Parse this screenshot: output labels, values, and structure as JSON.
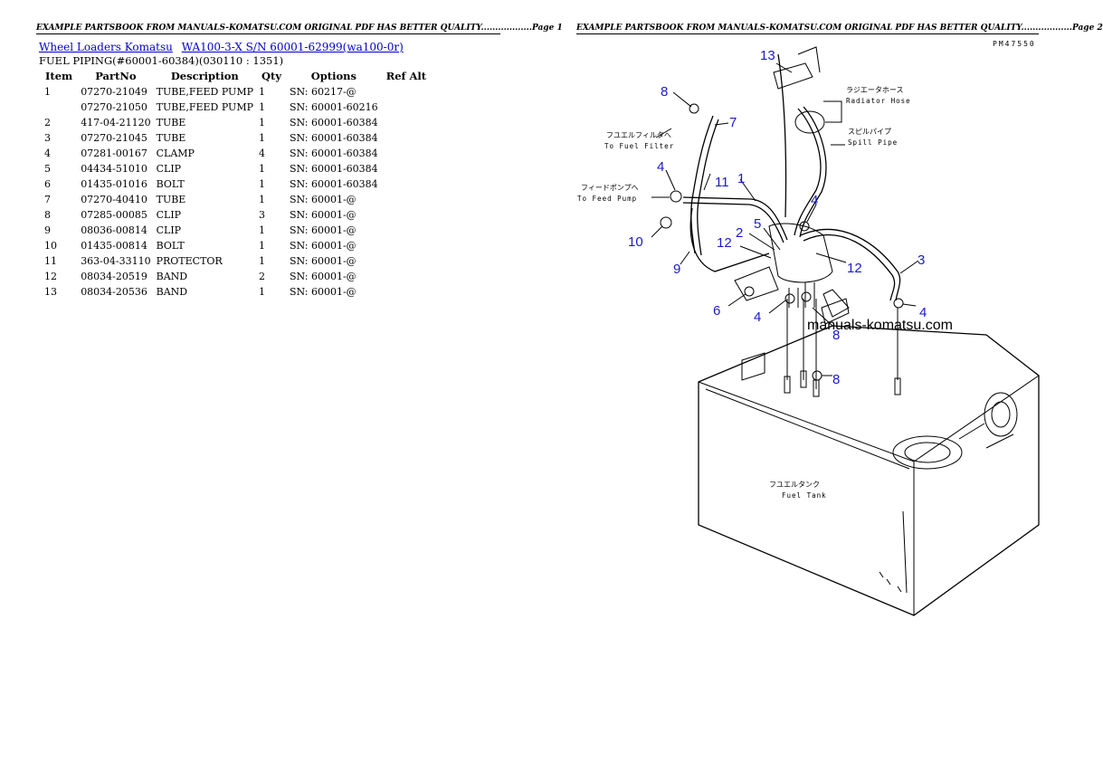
{
  "headers": {
    "page1": "EXAMPLE PARTSBOOK FROM MANUALS-KOMATSU.COM ORIGINAL PDF HAS BETTER QUALITY..................Page 1",
    "page2": "EXAMPLE PARTSBOOK FROM MANUALS-KOMATSU.COM ORIGINAL PDF HAS BETTER QUALITY..................Page 2"
  },
  "breadcrumb": {
    "link1": "Wheel Loaders Komatsu",
    "link2": "WA100-3-X S/N  60001-62999(wa100-0r)"
  },
  "subtitle": "FUEL PIPING(#60001-60384)(030110 : 1351)",
  "table": {
    "columns": [
      "Item",
      "PartNo",
      "Description",
      "Qty",
      "Options",
      "Ref Alt"
    ],
    "rows": [
      {
        "item": "1",
        "partno": "07270-21049",
        "desc": "TUBE,FEED PUMP",
        "qty": "1",
        "opt": "SN: 60217-@"
      },
      {
        "item": "",
        "partno": "07270-21050",
        "desc": "TUBE,FEED PUMP",
        "qty": "1",
        "opt": "SN: 60001-60216"
      },
      {
        "item": "2",
        "partno": "417-04-21120",
        "desc": "TUBE",
        "qty": "1",
        "opt": "SN: 60001-60384"
      },
      {
        "item": "3",
        "partno": "07270-21045",
        "desc": "TUBE",
        "qty": "1",
        "opt": "SN: 60001-60384"
      },
      {
        "item": "4",
        "partno": "07281-00167",
        "desc": "CLAMP",
        "qty": "4",
        "opt": "SN: 60001-60384"
      },
      {
        "item": "5",
        "partno": "04434-51010",
        "desc": "CLIP",
        "qty": "1",
        "opt": "SN: 60001-60384"
      },
      {
        "item": "6",
        "partno": "01435-01016",
        "desc": "BOLT",
        "qty": "1",
        "opt": "SN: 60001-60384"
      },
      {
        "item": "7",
        "partno": "07270-40410",
        "desc": "TUBE",
        "qty": "1",
        "opt": "SN: 60001-@"
      },
      {
        "item": "8",
        "partno": "07285-00085",
        "desc": "CLIP",
        "qty": "3",
        "opt": "SN: 60001-@"
      },
      {
        "item": "9",
        "partno": "08036-00814",
        "desc": "CLIP",
        "qty": "1",
        "opt": "SN: 60001-@"
      },
      {
        "item": "10",
        "partno": "01435-00814",
        "desc": "BOLT",
        "qty": "1",
        "opt": "SN: 60001-@"
      },
      {
        "item": "11",
        "partno": "363-04-33110",
        "desc": "PROTECTOR",
        "qty": "1",
        "opt": "SN: 60001-@"
      },
      {
        "item": "12",
        "partno": "08034-20519",
        "desc": "BAND",
        "qty": "2",
        "opt": "SN: 60001-@"
      },
      {
        "item": "13",
        "partno": "08034-20536",
        "desc": "BAND",
        "qty": "1",
        "opt": "SN: 60001-@"
      }
    ]
  },
  "diagram": {
    "code": "PM47550",
    "watermark": "manuals-komatsu.com",
    "labels": {
      "radiator_jp": "ラジエータホース",
      "radiator_en": "Radiator Hose",
      "spill_jp": "スピルパイプ",
      "spill_en": "Spill Pipe",
      "filter_jp": "フユエルフィルタへ",
      "filter_en": "To Fuel Filter",
      "pump_jp": "フィードポンプへ",
      "pump_en": "To Feed Pump",
      "tank_jp": "フユエルタンク",
      "tank_en": "Fuel Tank"
    },
    "callouts": {
      "c13": "13",
      "c8a": "8",
      "c7": "7",
      "c4a": "4",
      "c11": "11",
      "c1": "1",
      "c4b": "4",
      "c10": "10",
      "c2": "2",
      "c5": "5",
      "c12a": "12",
      "c12b": "12",
      "c9": "9",
      "c3": "3",
      "c6": "6",
      "c4c": "4",
      "c4d": "4",
      "c8b": "8",
      "c8c": "8"
    }
  }
}
